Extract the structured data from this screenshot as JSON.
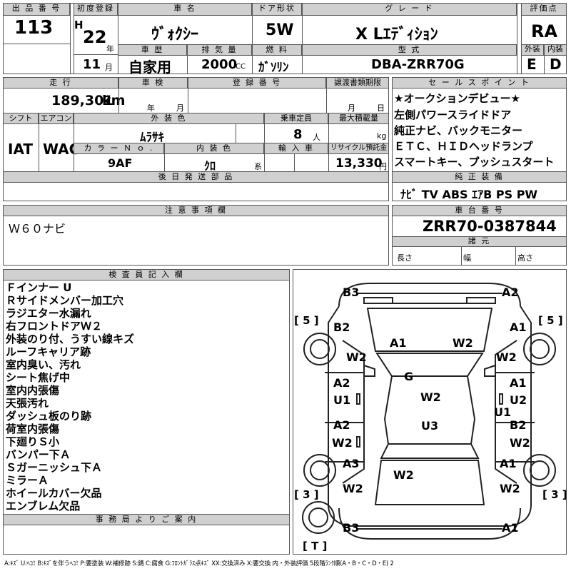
{
  "lot": {
    "label": "出 品 番 号",
    "value": "113"
  },
  "reg": {
    "label": "初度登録",
    "era": "H",
    "year": "22",
    "year_unit": "年",
    "month": "11",
    "month_unit": "月"
  },
  "car": {
    "label": "車 名",
    "value": "ｳﾞｫｸｼｰ"
  },
  "door": {
    "label": "ドア形状",
    "value": "5W"
  },
  "grade": {
    "label": "グ レ ー ド",
    "value": "X Lｴﾃﾞｨｼｮﾝ"
  },
  "score": {
    "label": "評価点",
    "value": "RA",
    "ext_label": "外装",
    "int_label": "内装",
    "ext_value": "E",
    "int_value": "D"
  },
  "history": {
    "label": "車 歴",
    "value": "自家用"
  },
  "displacement": {
    "label": "排 気 量",
    "value": "2000",
    "unit": "CC"
  },
  "fuel": {
    "label": "燃 料",
    "value": "ｶﾞｿﾘﾝ"
  },
  "model": {
    "label": "型 式",
    "value": "DBA-ZRR70G"
  },
  "mileage": {
    "label": "走 行",
    "value": "189,301",
    "unit": "km"
  },
  "inspection": {
    "label": "車 検",
    "year_unit": "年",
    "month_unit": "月"
  },
  "plate": {
    "label": "登 録 番 号"
  },
  "transfer": {
    "label": "譲渡書類期限",
    "month_unit": "月",
    "day_unit": "日"
  },
  "shift": {
    "label": "シフト",
    "value": "IAT"
  },
  "ac": {
    "label": "エアコン",
    "value": "WAC"
  },
  "exterior_color": {
    "label": "外 装 色",
    "value": "ﾑﾗｻｷ"
  },
  "capacity": {
    "label": "乗車定員",
    "value": "8",
    "unit": "人"
  },
  "max_load": {
    "label": "最大積載量",
    "unit": "kg"
  },
  "color_no": {
    "label": "カ ラ ー Ｎ ｏ .",
    "value": "9AF"
  },
  "interior_color": {
    "label": "内 装 色",
    "value": "ｸﾛ",
    "unit": "系"
  },
  "import": {
    "label": "輸 入 車"
  },
  "recycle": {
    "label": "リサイクル預託金",
    "value": "13,330",
    "unit": "円"
  },
  "later_parts": {
    "label": "後 日 発 送 部 品"
  },
  "sales_points": {
    "label": "セ ー ル ス ポ イ ン ト",
    "items": [
      "★オークションデビュー★",
      "左側パワースライドドア",
      "純正ナビ、バックモニター",
      "ＥＴＣ、ＨＩＤヘッドランプ",
      "スマートキー、プッシュスタート"
    ]
  },
  "equipment": {
    "label": "純 正 装 備",
    "value": "ﾅﾋﾞ TV ABS ｴｱB PS PW"
  },
  "notes": {
    "label": "注 意 事 項 欄",
    "value": "Ｗ６０ナビ"
  },
  "chassis": {
    "label": "車 台 番 号",
    "value": "ZRR70-0387844"
  },
  "specs": {
    "label": "諸 元",
    "length": "長さ",
    "width": "幅",
    "height": "高さ"
  },
  "inspector": {
    "label": "検 査 員 記 入 欄",
    "lines": [
      "Ｆインナー U",
      "Ｒサイドメンバー加工穴",
      "ラジエター水漏れ",
      "右フロントドアＷ２",
      "外装のり付、うすい線キズ",
      "ルーフキャリア跡",
      "室内臭い、汚れ",
      "シート焦げ中",
      "室内内張傷",
      "天張汚れ",
      "ダッシュ板のり跡",
      "荷室内張傷",
      "下廻りＳ小",
      "バンパー下Ａ",
      "Ｓガーニッシュ下Ａ",
      "ミラーＡ",
      "ホイールカバー欠品",
      "エンブレム欠品"
    ]
  },
  "office": {
    "label": "事 務 局 よ り ご 案 内"
  },
  "diagram": {
    "brackets": {
      "left_top": "[ 5 ]",
      "right_top": "[ 5 ]",
      "left_bottom": "[ 3 ]",
      "right_bottom": "[ 3 ]",
      "tire": "[ T ]"
    },
    "codes": {
      "front_left": "B3",
      "front_right": "A2",
      "fender_l": "B2",
      "fender_r": "A1",
      "hood_l": "A1",
      "hood_r": "W2",
      "fender_l2": "W2",
      "fender_r2": "W2",
      "glass": "G",
      "door_fl_1": "A2",
      "door_fl_2": "U1",
      "door_fr_1": "A1",
      "door_fr_2": "U2",
      "roof": "W2",
      "roof2": "U1",
      "door_rl_1": "A2",
      "door_rl_2": "W2",
      "door_rr_1": "B2",
      "door_rr_2": "W2",
      "roof3": "U3",
      "qtr_l": "A3",
      "qtr_r": "A1",
      "trunk": "W2",
      "qtr_l2": "W2",
      "qtr_r2": "W2",
      "rear_left": "B3",
      "rear_right": "A1"
    }
  },
  "legend": "A:ｷｽﾞ U:ﾍｺﾐ B:ｷｽﾞを伴うﾍｺﾐ P:要塗装 W:補修跡 S:錆 C:腐食 G:ﾌﾛﾝﾄｶﾞﾗｽ点ｷｽﾞ XX:交換済み X:要交換 内・外装評価 5段階ﾗﾝｸ順(A・B・C・D・E) 2"
}
